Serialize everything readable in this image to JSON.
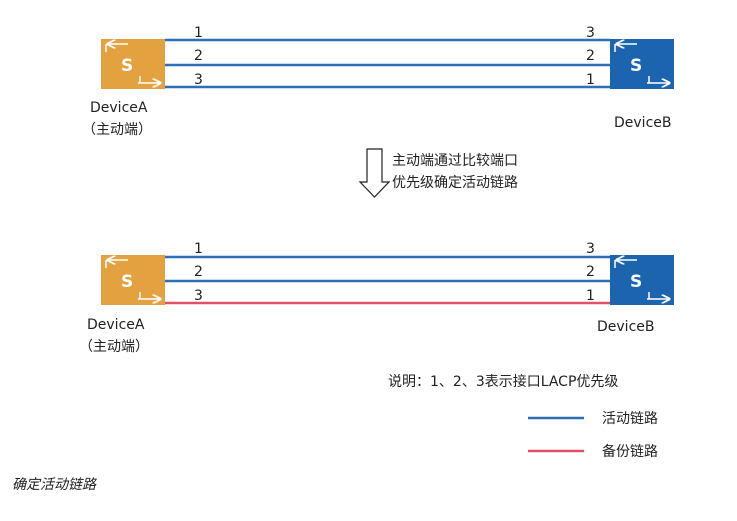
{
  "colors": {
    "device_a": "#e3a23f",
    "device_b": "#1d64ae",
    "active_link": "#2d6fb6",
    "backup_link": "#e0506a"
  },
  "top": {
    "device_a_name": "DeviceA",
    "device_a_role": "（主动端）",
    "device_b_name": "DeviceB",
    "switch_letter": "S",
    "links": [
      {
        "left_label": "1",
        "right_label": "3",
        "status": "active"
      },
      {
        "left_label": "2",
        "right_label": "2",
        "status": "active"
      },
      {
        "left_label": "3",
        "right_label": "1",
        "status": "active"
      }
    ]
  },
  "step": {
    "line1": "主动端通过比较端口",
    "line2": "优先级确定活动链路"
  },
  "bottom": {
    "device_a_name": "DeviceA",
    "device_a_role": "（主动端）",
    "device_b_name": "DeviceB",
    "switch_letter": "S",
    "links": [
      {
        "left_label": "1",
        "right_label": "3",
        "status": "active"
      },
      {
        "left_label": "2",
        "right_label": "2",
        "status": "active"
      },
      {
        "left_label": "3",
        "right_label": "1",
        "status": "backup"
      }
    ]
  },
  "legend": {
    "note": "说明：1、2、3表示接口LACP优先级",
    "active_label": "活动链路",
    "backup_label": "备份链路"
  },
  "caption": "确定活动链路"
}
